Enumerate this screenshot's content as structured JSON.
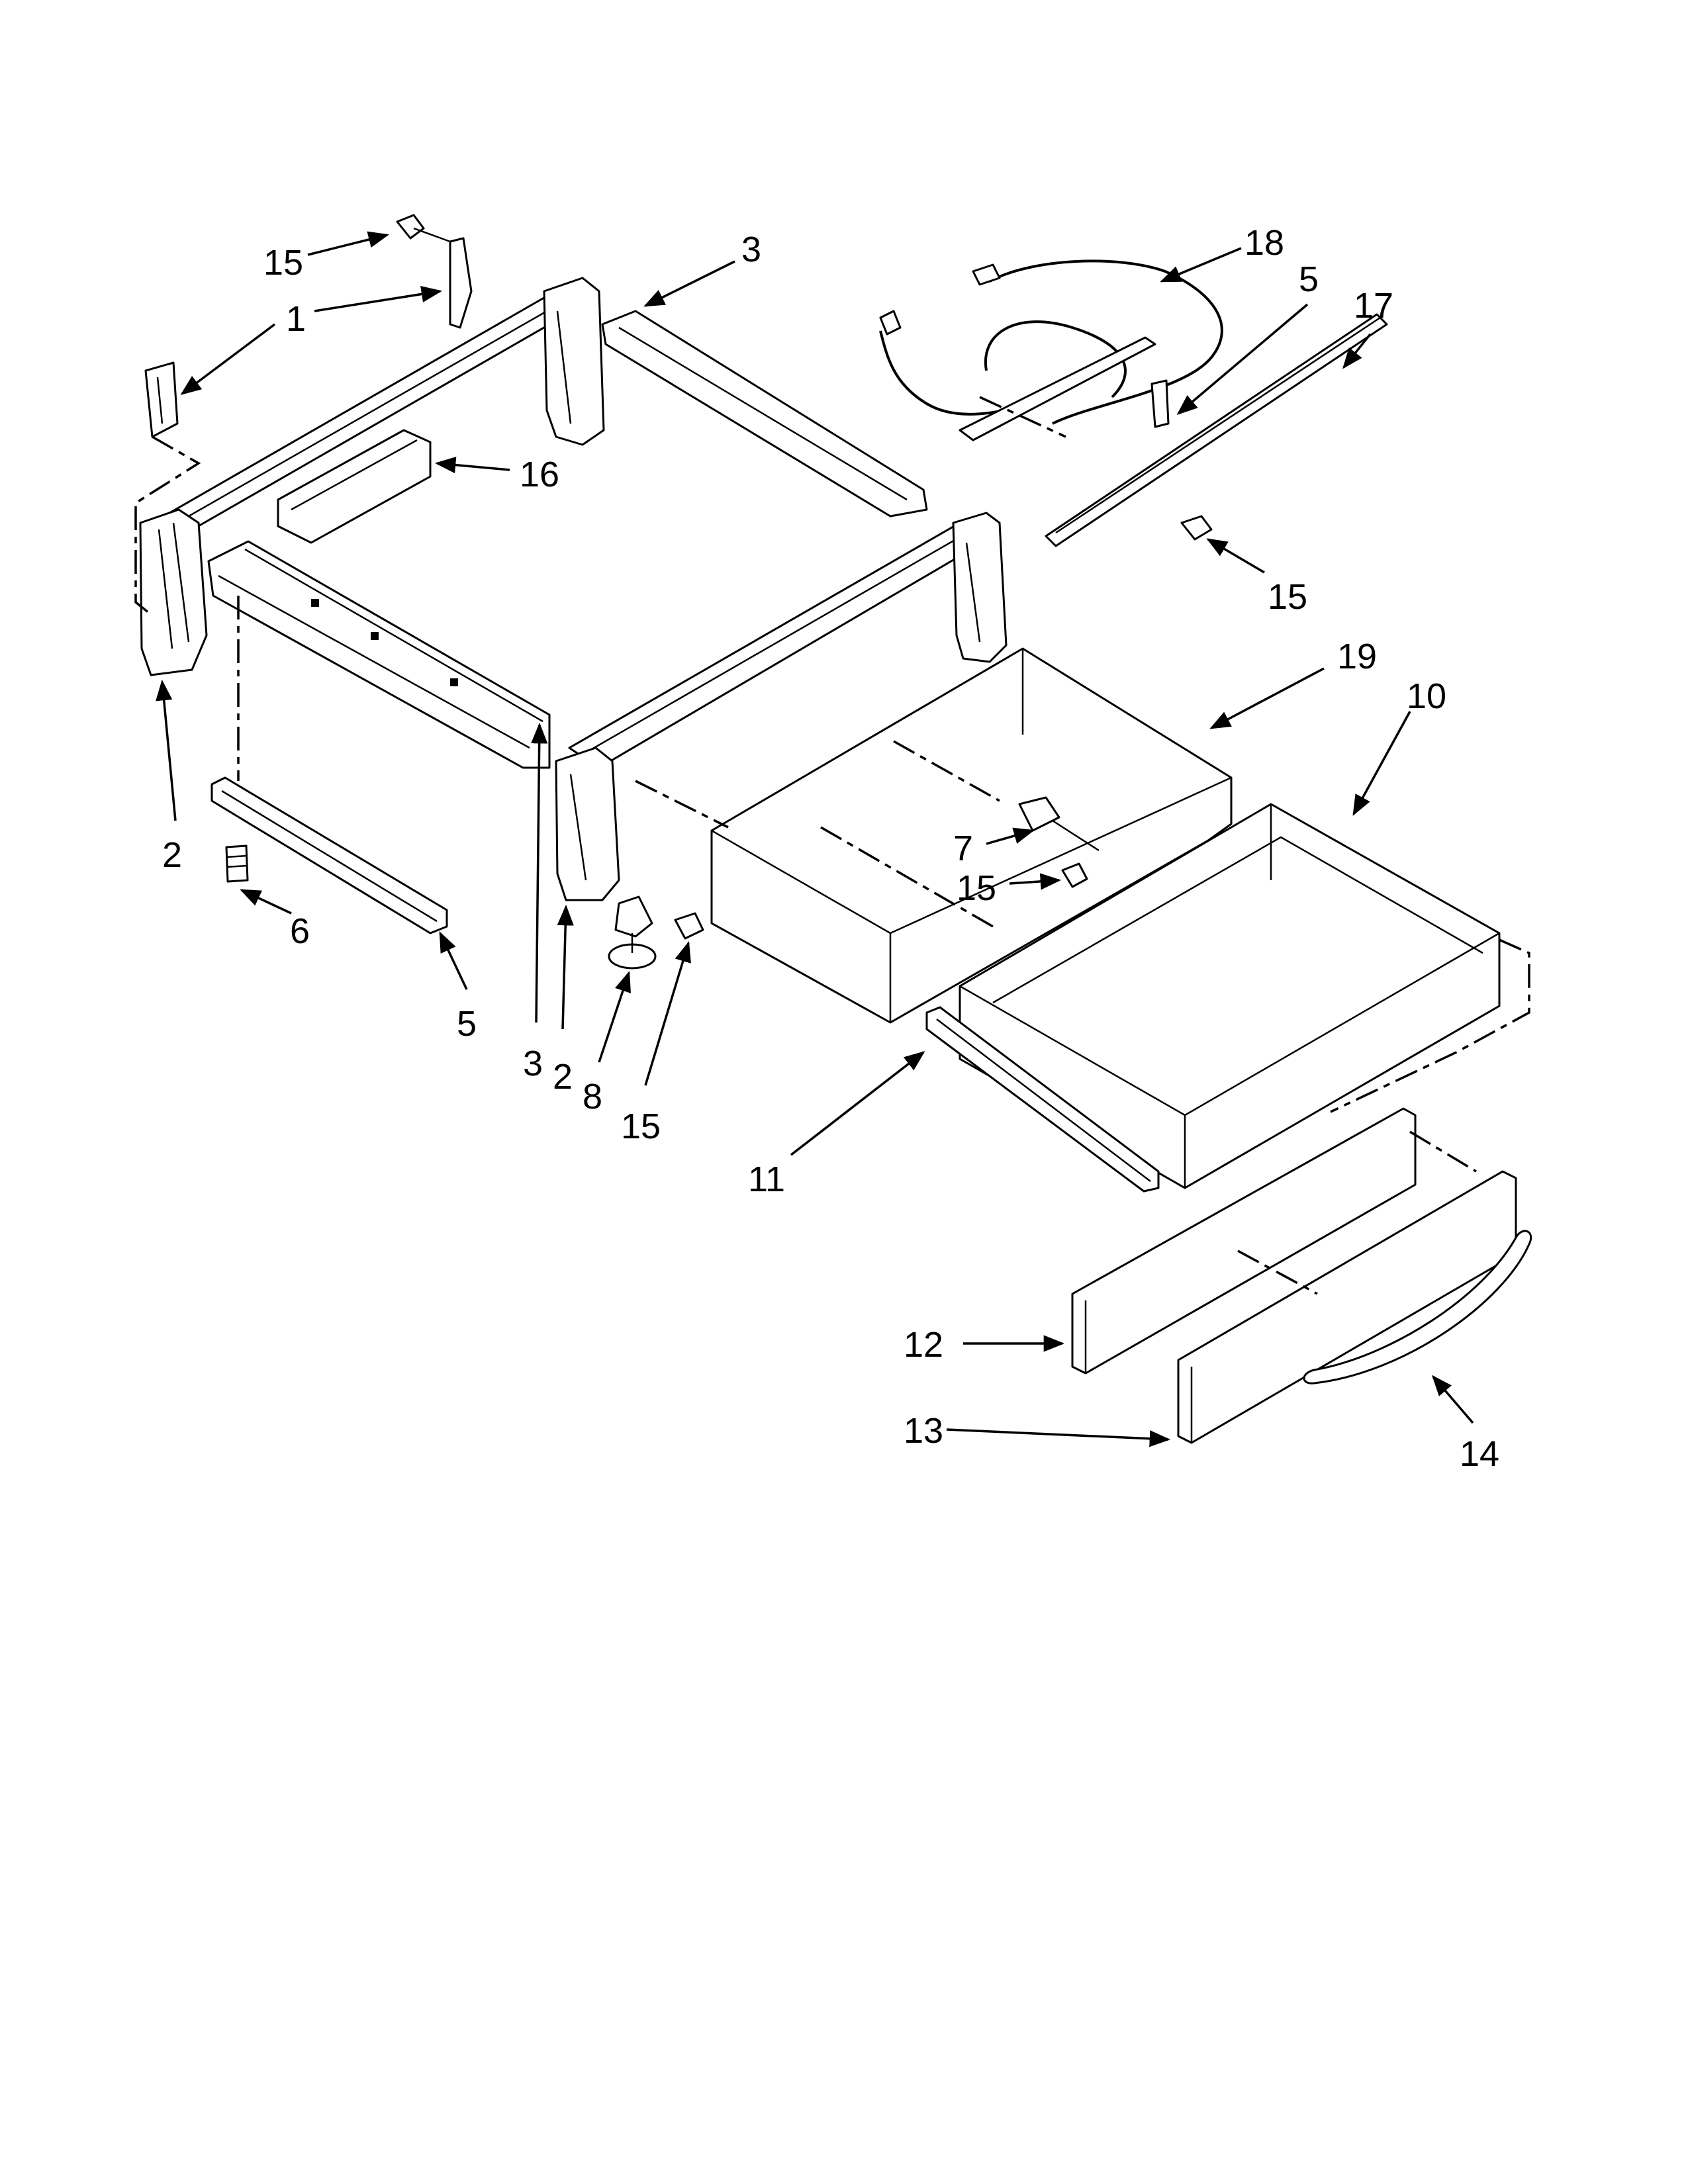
{
  "callouts": [
    {
      "id": "c15a",
      "label": "15"
    },
    {
      "id": "c1",
      "label": "1"
    },
    {
      "id": "c3a",
      "label": "3"
    },
    {
      "id": "c18",
      "label": "18"
    },
    {
      "id": "c5a",
      "label": "5"
    },
    {
      "id": "c17",
      "label": "17"
    },
    {
      "id": "c16",
      "label": "16"
    },
    {
      "id": "c15b",
      "label": "15"
    },
    {
      "id": "c19",
      "label": "19"
    },
    {
      "id": "c10",
      "label": "10"
    },
    {
      "id": "c2a",
      "label": "2"
    },
    {
      "id": "c7",
      "label": "7"
    },
    {
      "id": "c15c",
      "label": "15"
    },
    {
      "id": "c6",
      "label": "6"
    },
    {
      "id": "c5b",
      "label": "5"
    },
    {
      "id": "c3b",
      "label": "3"
    },
    {
      "id": "c2b",
      "label": "2"
    },
    {
      "id": "c8",
      "label": "8"
    },
    {
      "id": "c15d",
      "label": "15"
    },
    {
      "id": "c11",
      "label": "11"
    },
    {
      "id": "c12",
      "label": "12"
    },
    {
      "id": "c13",
      "label": "13"
    },
    {
      "id": "c14",
      "label": "14"
    }
  ]
}
